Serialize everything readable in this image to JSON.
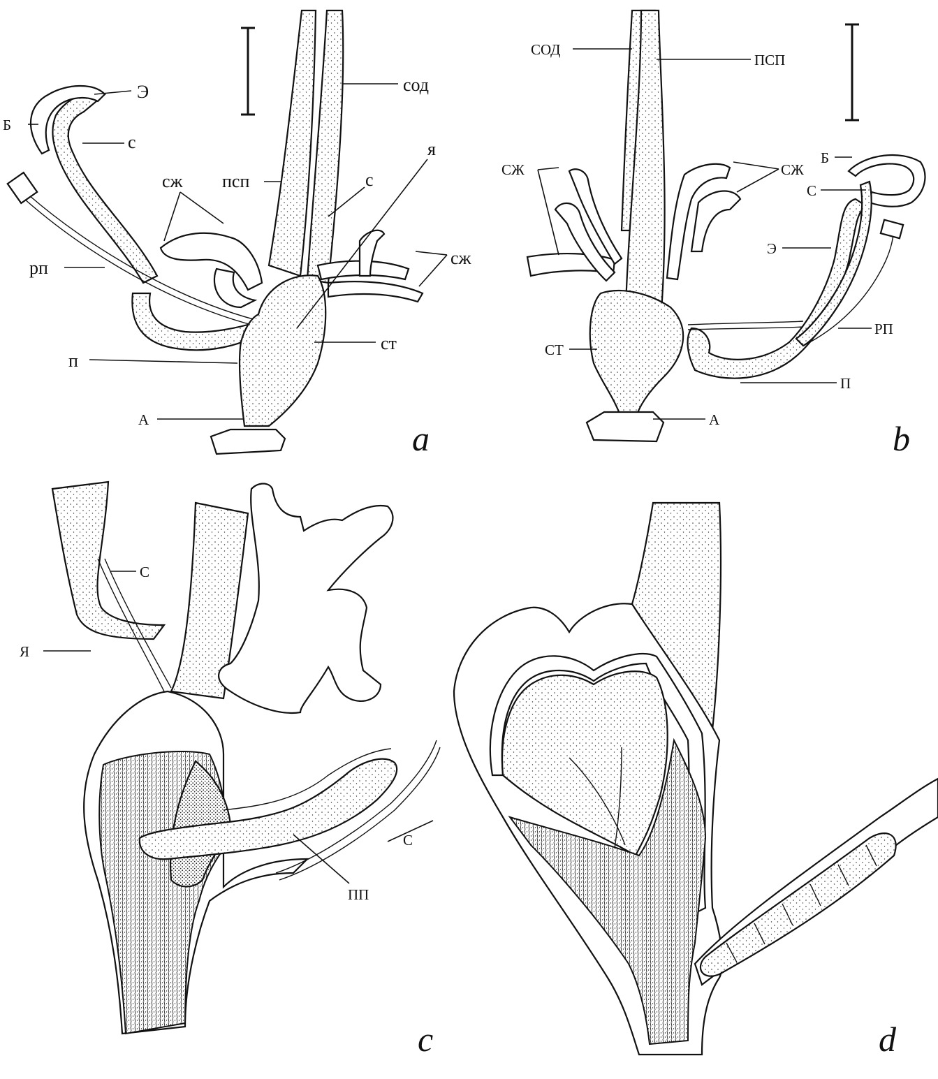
{
  "panels": {
    "a": {
      "letter": "a",
      "labels": {
        "e": "Э",
        "b": "Б",
        "s_top": "с",
        "sod": "сод",
        "szh_left": "сж",
        "psp": "псп",
        "ya": "я",
        "s_mid": "с",
        "szh_right": "сж",
        "rp": "рп",
        "st": "ст",
        "p": "п",
        "a": "А"
      }
    },
    "b": {
      "letter": "b",
      "labels": {
        "sod": "СОД",
        "psp": "ПСП",
        "szh_left": "СЖ",
        "szh_right": "СЖ",
        "b": "Б",
        "s": "С",
        "e": "Э",
        "rp": "РП",
        "st": "СТ",
        "p": "П",
        "a": "А"
      }
    },
    "c": {
      "letter": "c",
      "labels": {
        "s_top": "С",
        "ya": "Я",
        "s_right": "С",
        "pp": "ПП"
      }
    },
    "d": {
      "letter": "d",
      "labels": {}
    }
  }
}
